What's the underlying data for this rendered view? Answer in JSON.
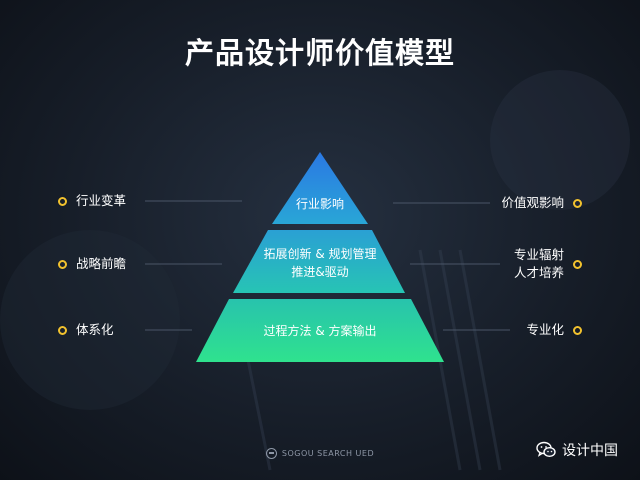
{
  "title": "产品设计师价值模型",
  "pyramid": {
    "tiers": [
      {
        "lines": [
          "行业影响"
        ]
      },
      {
        "lines": [
          "拓展创新 & 规划管理",
          "推进&驱动"
        ]
      },
      {
        "lines": [
          "过程方法 & 方案输出"
        ]
      }
    ]
  },
  "left_labels": [
    "行业变革",
    "战略前瞻",
    "体系化"
  ],
  "right_labels": [
    {
      "lines": [
        "价值观影响"
      ]
    },
    {
      "lines": [
        "专业辐射",
        "人才培养"
      ]
    },
    {
      "lines": [
        "专业化"
      ]
    }
  ],
  "footer": {
    "logo_text": "SOGOU SEARCH UED"
  },
  "watermark": {
    "text": "设计中国",
    "icon": "wechat-icon"
  },
  "colors": {
    "accent_dot": "#f2c22e",
    "tier1": [
      "#2a7fe0",
      "#2aa3d8"
    ],
    "tier2": [
      "#2a9fd0",
      "#27c1b6"
    ],
    "tier3": [
      "#27c2b0",
      "#2ee090"
    ]
  }
}
